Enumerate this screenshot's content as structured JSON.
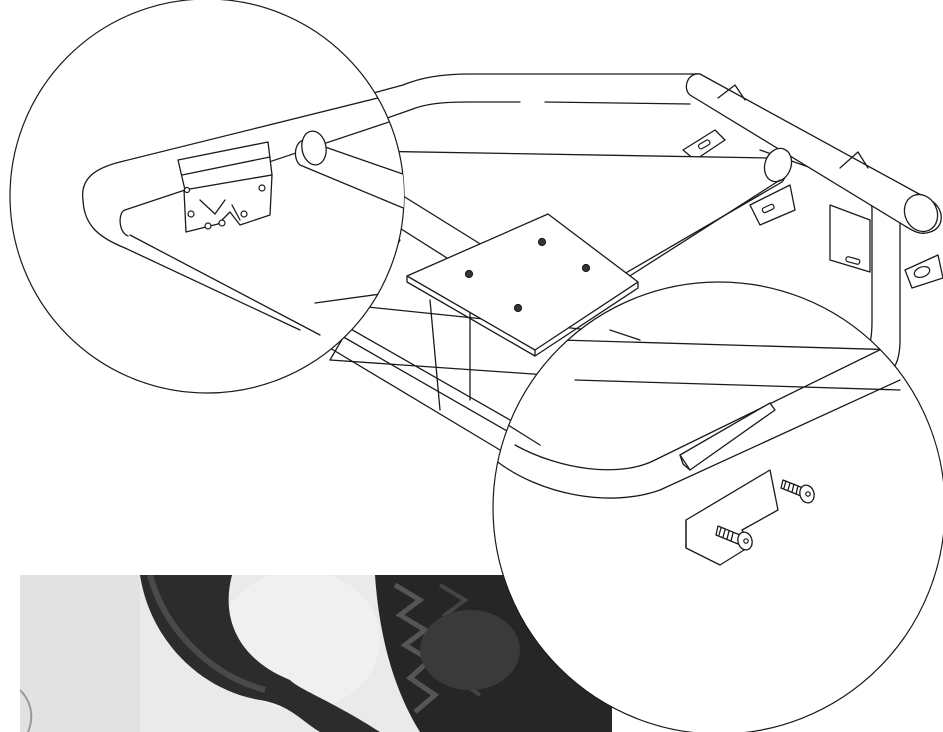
{
  "figure": {
    "kind": "assembly illustration",
    "elements": [
      "tubular-frame",
      "mounting-plate",
      "crossbar",
      "detail-circle-bracket",
      "detail-circle-bolts",
      "tire-photo"
    ]
  }
}
